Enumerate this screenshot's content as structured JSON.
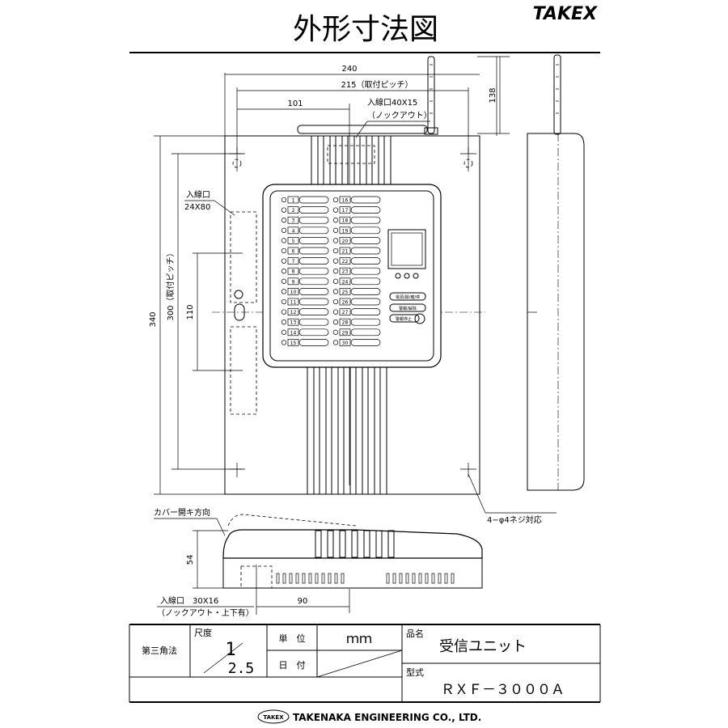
{
  "header": {
    "title": "外形寸法図",
    "brand": "TAKEX"
  },
  "dimensions": {
    "width_total": "240",
    "pitch_horizontal": "215（取付ピッチ）",
    "offset_101": "101",
    "antenna_height": "138",
    "height_total": "340",
    "pitch_vertical": "300（取付ピッチ）",
    "offset_110": "110",
    "depth": "54",
    "offset_90": "90"
  },
  "annotations": {
    "inlet_top_title": "入線口40X15",
    "inlet_top_note": "（ノックアウト）",
    "inlet_side_title": "入線口",
    "inlet_side_size": "24X80",
    "cover_direction": "カバー開キ方向",
    "screw_note": "4−φ4ネジ対応",
    "inlet_bottom_title": "入線口　30X16",
    "inlet_bottom_note": "（ノックアウト・上下有）"
  },
  "panel": {
    "zones_left": [
      "1",
      "2",
      "3",
      "4",
      "5",
      "6",
      "7",
      "8",
      "9",
      "10",
      "11",
      "12",
      "13",
      "14",
      "15"
    ],
    "zones_right": [
      "16",
      "17",
      "18",
      "19",
      "20",
      "21",
      "22",
      "23",
      "24",
      "25",
      "26",
      "27",
      "28",
      "29",
      "30"
    ],
    "button_1": "電源/録/確/停",
    "button_2": "警報/解除",
    "button_3": "警報停止"
  },
  "title_block": {
    "projection": "第三角法",
    "scale_label": "尺度",
    "scale_num": "1",
    "scale_den": "2.5",
    "unit_label": "単　位",
    "unit_value": "ｍｍ",
    "date_label": "日　付",
    "name_label": "品名",
    "name_value": "受信ユニット",
    "model_label": "型式",
    "model_value": "ＲＸＦ－３０００Ａ"
  },
  "footer": {
    "logo_text": "TAKEX",
    "company": "TAKENAKA ENGINEERING CO., LTD."
  }
}
